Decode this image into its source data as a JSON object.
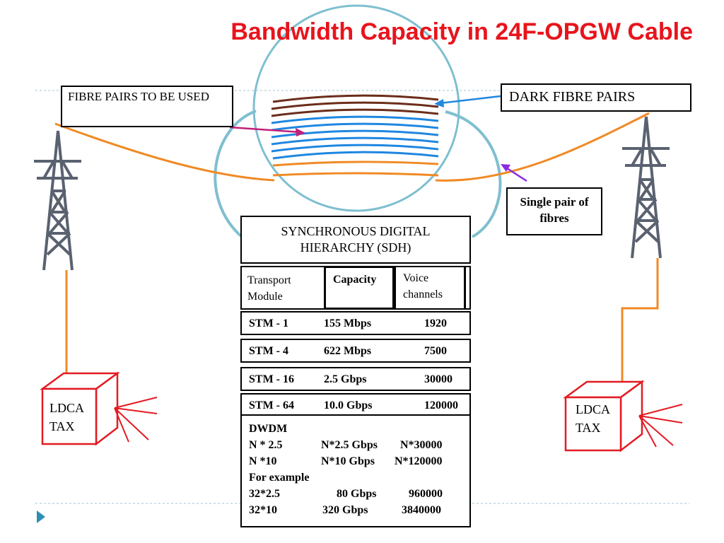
{
  "title": "Bandwidth Capacity in 24F-OPGW Cable",
  "labels": {
    "fibre_pairs_used": "FIBRE PAIRS TO BE USED",
    "dark_fibre_pairs": "DARK FIBRE PAIRS",
    "single_pair": "Single pair of fibres"
  },
  "sdh": {
    "heading": "SYNCHRONOUS DIGITAL HIERARCHY (SDH)",
    "columns": [
      "Transport Module",
      "Capacity",
      "Voice channels"
    ],
    "rows": [
      {
        "module": "STM - 1",
        "capacity": "155 Mbps",
        "voice": "1920"
      },
      {
        "module": "STM - 4",
        "capacity": "622 Mbps",
        "voice": "7500"
      },
      {
        "module": "STM - 16",
        "capacity": "2.5 Gbps",
        "voice": "30000"
      },
      {
        "module": "STM - 64",
        "capacity": "10.0 Gbps",
        "voice": "120000"
      }
    ],
    "dwdm": {
      "heading": "DWDM",
      "lines": [
        {
          "a": "N * 2.5",
          "b": "N*2.5 Gbps",
          "c": "N*30000"
        },
        {
          "a": "N *10",
          "b": "N*10 Gbps",
          "c": "N*120000"
        }
      ],
      "example_label": "For example",
      "examples": [
        {
          "a": "32*2.5",
          "b": "80 Gbps",
          "c": "960000"
        },
        {
          "a": "32*10",
          "b": "320 Gbps",
          "c": "3840000"
        }
      ]
    }
  },
  "exchange_left": {
    "line1": "LDCA",
    "line2": "TAX"
  },
  "exchange_right": {
    "line1": "LDCA",
    "line2": "TAX"
  },
  "colors": {
    "title": "#e8141c",
    "fibre_brown": "#6b2d1a",
    "fibre_blue": "#1f87e0",
    "fibre_orange": "#f08a24",
    "cable_circle": "#7fbfd0",
    "tower": "#5a6270",
    "exchange_box": "#e31b23"
  }
}
